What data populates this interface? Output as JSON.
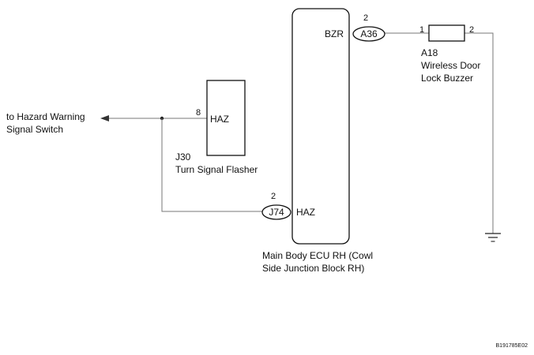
{
  "hazard_switch": {
    "line1": "to Hazard Warning",
    "line2": "Signal Switch"
  },
  "flasher": {
    "code": "J30",
    "name": "Turn Signal Flasher",
    "terminal": "HAZ",
    "pin": "8"
  },
  "ecu": {
    "name_line1": "Main Body ECU RH (Cowl",
    "name_line2": "Side Junction Block RH)",
    "terminal_bzr": "BZR",
    "terminal_haz": "HAZ"
  },
  "connectors": {
    "a36": {
      "code": "A36",
      "pin": "2"
    },
    "j74": {
      "code": "J74",
      "pin": "2"
    }
  },
  "buzzer": {
    "code": "A18",
    "name_line1": "Wireless Door",
    "name_line2": "Lock Buzzer",
    "pin_in": "1",
    "pin_out": "2"
  },
  "figure_id": "B191785E02"
}
